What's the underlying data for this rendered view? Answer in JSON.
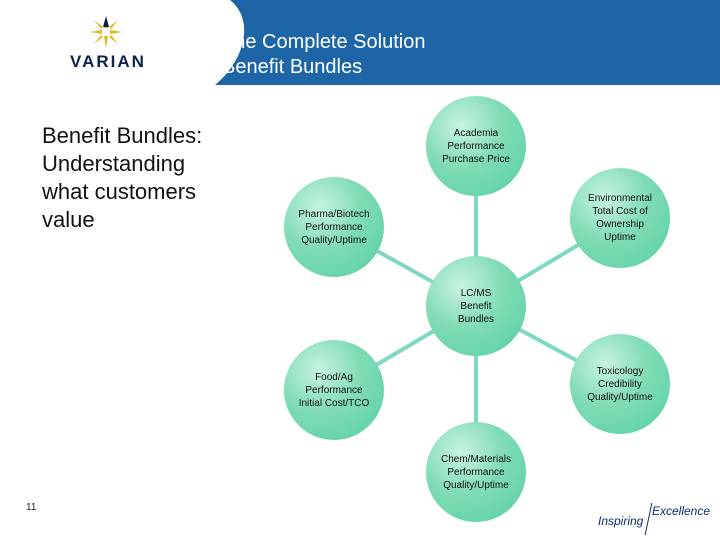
{
  "header": {
    "brand": "VARIAN",
    "logo_icon": "varian-starburst-icon",
    "title_line1": "The Complete Solution",
    "title_line2": "Benefit Bundles",
    "band_color": "#1e65a8"
  },
  "subtitle": {
    "line1": "Benefit Bundles:",
    "line2": "Understanding",
    "line3": "what customers",
    "line4": "value"
  },
  "diagram": {
    "center": {
      "lines": [
        "LC/MS",
        "Benefit",
        "Bundles"
      ]
    },
    "academia": {
      "lines": [
        "Academia",
        "Performance",
        "Purchase Price"
      ]
    },
    "environmental": {
      "lines": [
        "Environmental",
        "Total Cost of",
        "Ownership",
        "Uptime"
      ]
    },
    "pharma": {
      "lines": [
        "Pharma/Biotech",
        "Performance",
        "Quality/Uptime"
      ]
    },
    "food": {
      "lines": [
        "Food/Ag",
        "Performance",
        "Initial Cost/TCO"
      ]
    },
    "toxicology": {
      "lines": [
        "Toxicology",
        "Credibility",
        "Quality/Uptime"
      ]
    },
    "chem": {
      "lines": [
        "Chem/Materials",
        "Performance",
        "Quality/Uptime"
      ]
    },
    "node_color": "#6fd8ad",
    "connector_color": "#7fd9c2"
  },
  "footer": {
    "page_number": "11",
    "tagline_left": "Inspiring",
    "tagline_right": "Excellence"
  }
}
